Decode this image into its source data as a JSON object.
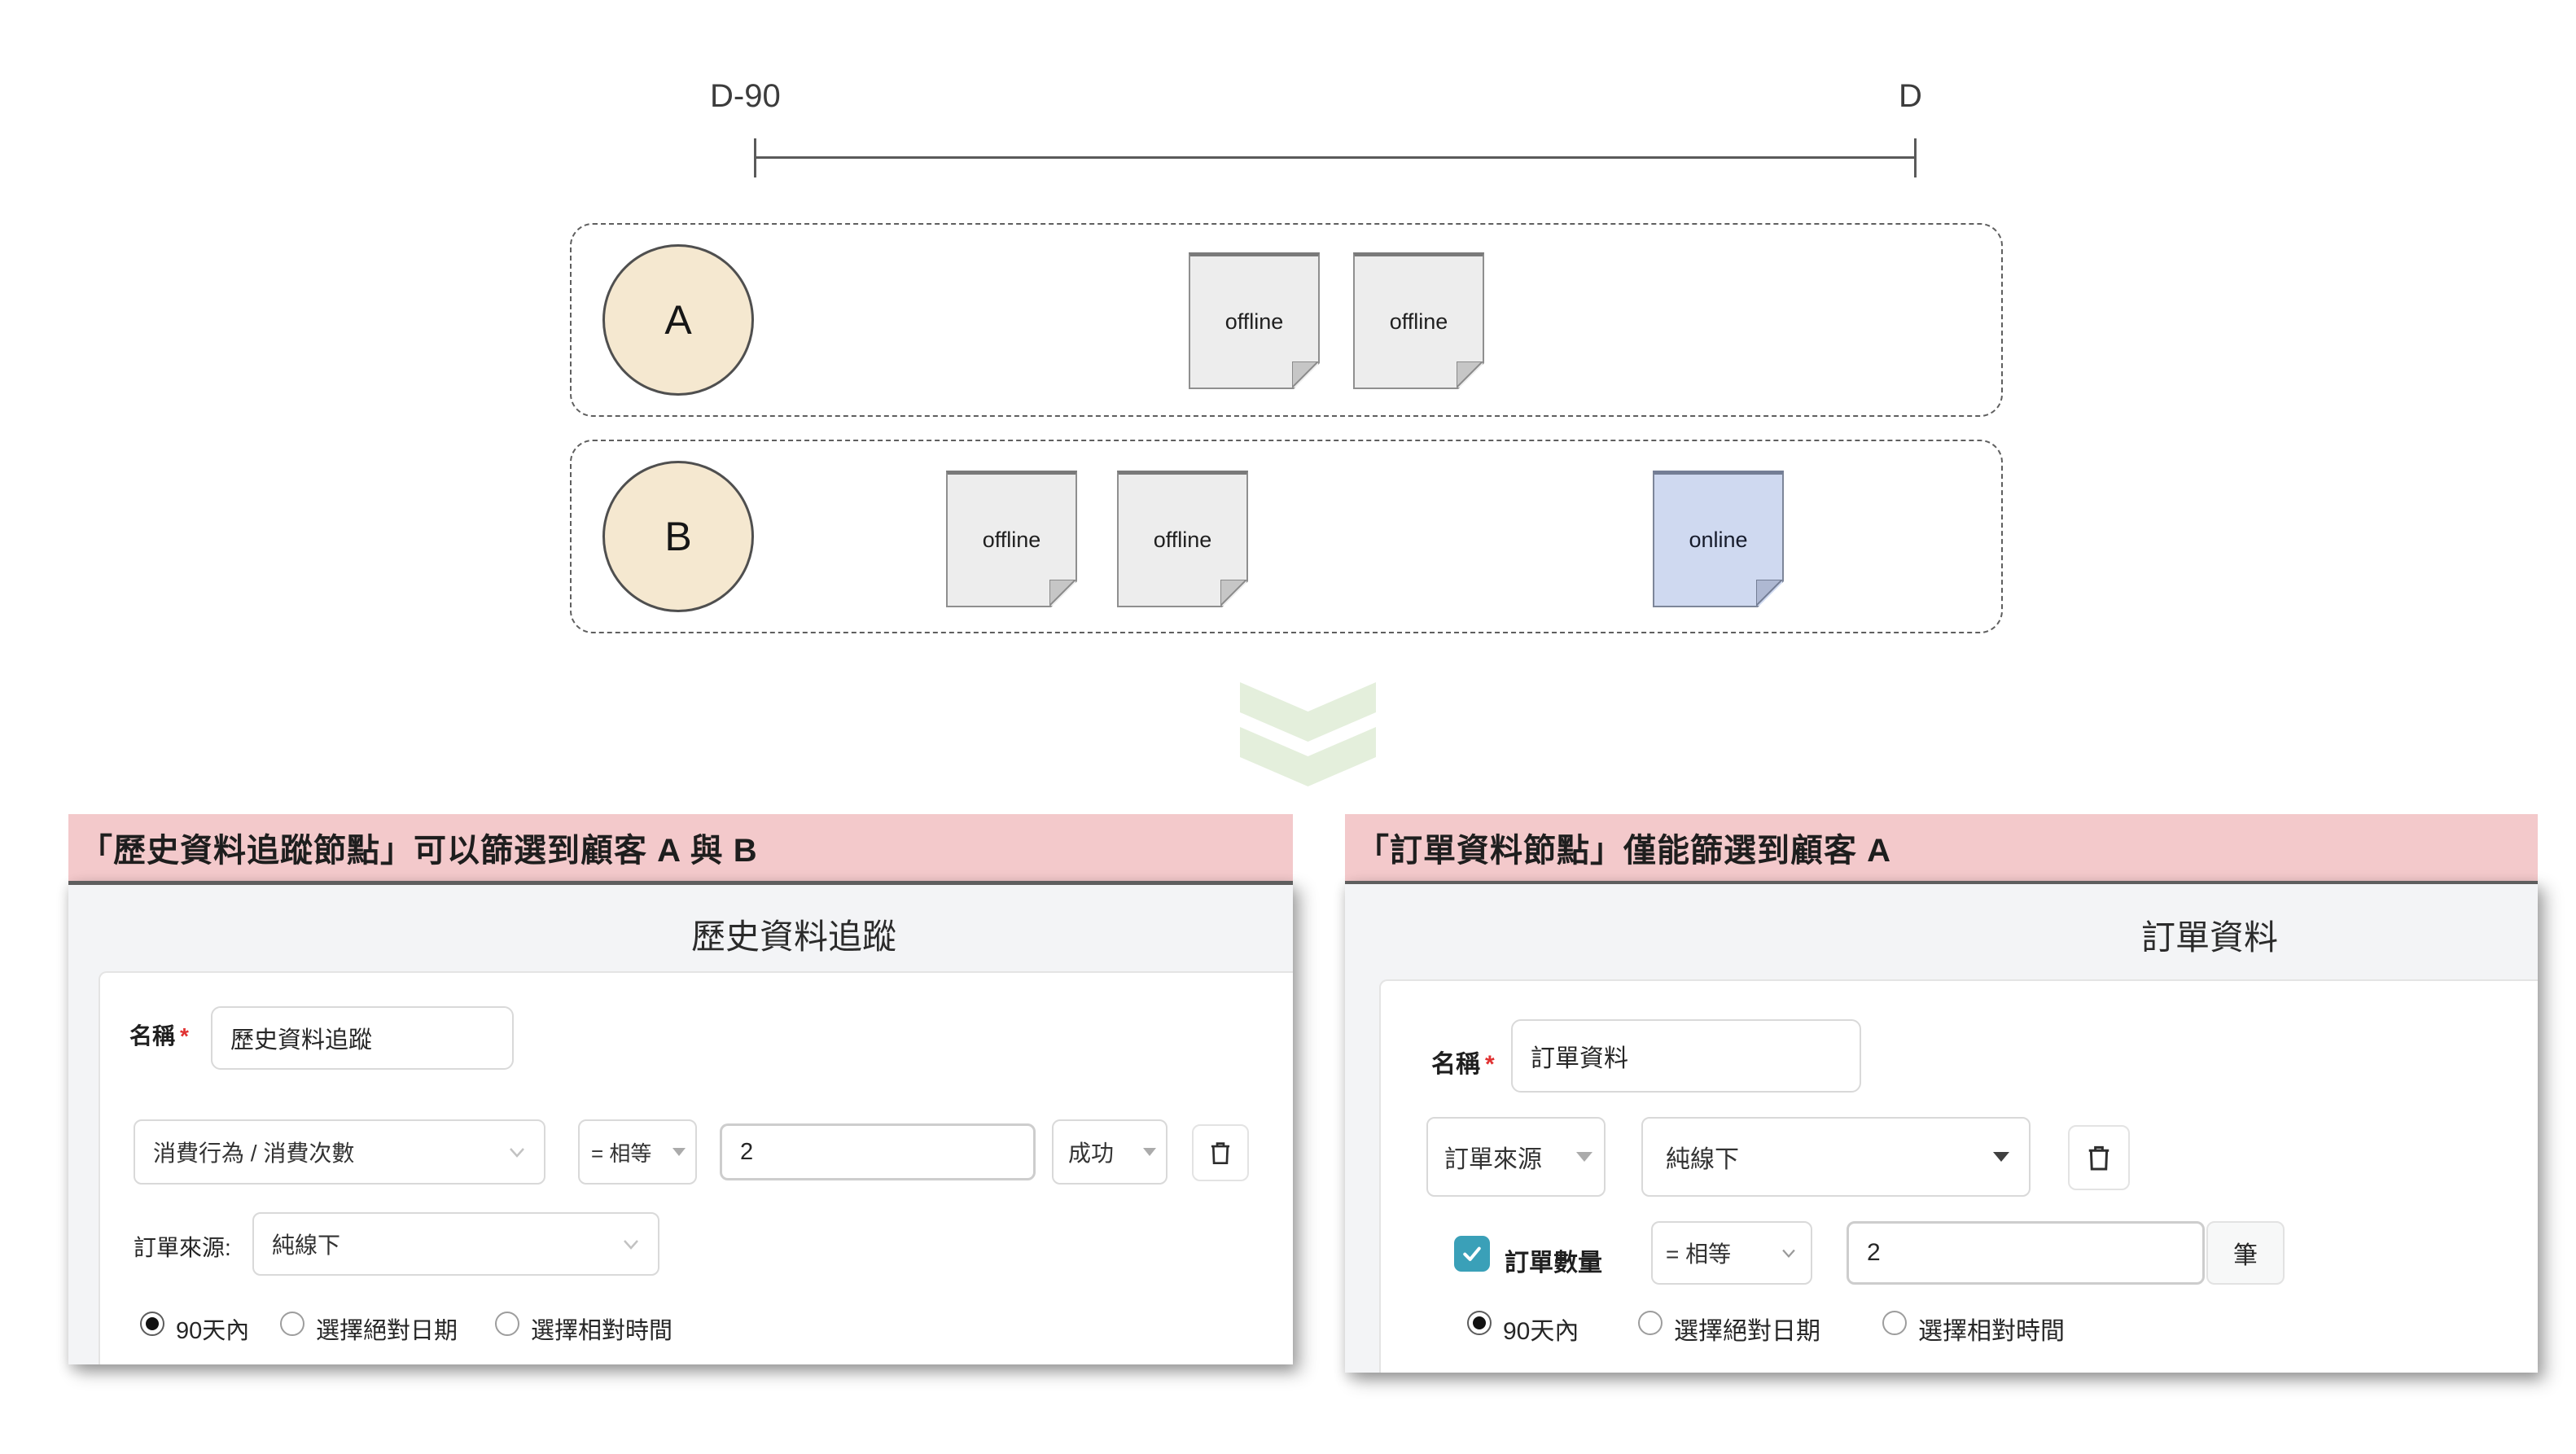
{
  "diagram": {
    "timeline": {
      "start_label": "D-90",
      "end_label": "D"
    },
    "rows": [
      {
        "customer_label": "A",
        "events": [
          {
            "label": "offline",
            "type": "offline"
          },
          {
            "label": "offline",
            "type": "offline"
          }
        ]
      },
      {
        "customer_label": "B",
        "events": [
          {
            "label": "offline",
            "type": "offline"
          },
          {
            "label": "offline",
            "type": "offline"
          },
          {
            "label": "online",
            "type": "online"
          }
        ]
      }
    ]
  },
  "panels": {
    "left": {
      "banner": "「歷史資料追蹤節點」可以篩選到顧客 A 與 B",
      "card_title": "歷史資料追蹤",
      "name_label": "名稱",
      "required_mark": "*",
      "name_value": "歷史資料追蹤",
      "condition": {
        "field": "消費行為 / 消費次數",
        "operator": "= 相等",
        "value": "2",
        "result": "成功"
      },
      "order_source_label": "訂單來源:",
      "order_source_value": "純線下",
      "time_options": [
        {
          "label": "90天內",
          "selected": true
        },
        {
          "label": "選擇絕對日期",
          "selected": false
        },
        {
          "label": "選擇相對時間",
          "selected": false
        }
      ]
    },
    "right": {
      "banner": "「訂單資料節點」僅能篩選到顧客 A",
      "card_title": "訂單資料",
      "name_label": "名稱",
      "required_mark": "*",
      "name_value": "訂單資料",
      "order_source_field": "訂單來源",
      "order_source_value": "純線下",
      "order_count": {
        "label": "訂單數量",
        "checked": true,
        "operator": "= 相等",
        "value": "2",
        "unit": "筆"
      },
      "time_options": [
        {
          "label": "90天內",
          "selected": true
        },
        {
          "label": "選擇絕對日期",
          "selected": false
        },
        {
          "label": "選擇相對時間",
          "selected": false
        }
      ]
    }
  },
  "colors": {
    "banner_pink": "#f3c9cb",
    "card_gray": "#f3f4f6",
    "customer_fill": "#f5e8d0",
    "offline_fill": "#ededed",
    "online_fill": "#cfd9f0",
    "arrow_green": "#e4efdc",
    "checkbox_teal": "#3aa0b8",
    "required_red": "#e03131"
  },
  "icons": [
    "trash-icon",
    "caret-down-icon",
    "chevron-down-icon",
    "double-chevron-down-icon",
    "folded-corner-icon",
    "check-icon"
  ]
}
